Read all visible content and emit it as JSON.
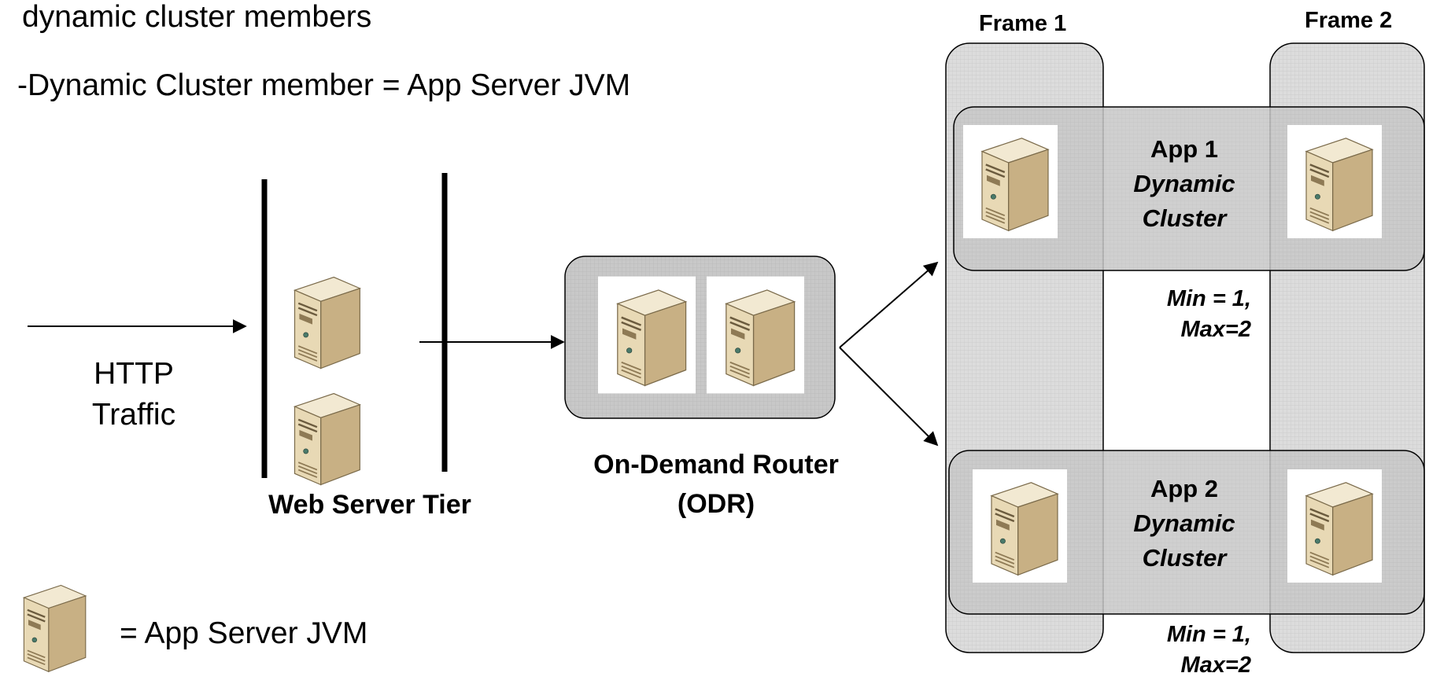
{
  "intro": {
    "line1": "dynamic cluster members",
    "line2": "-Dynamic Cluster member = App Server JVM"
  },
  "http": {
    "line1": "HTTP",
    "line2": "Traffic"
  },
  "web_tier": {
    "label": "Web Server Tier"
  },
  "odr": {
    "line1": "On-Demand Router",
    "line2": "(ODR)"
  },
  "frames": [
    {
      "title": "Frame 1"
    },
    {
      "title": "Frame 2"
    }
  ],
  "clusters": [
    {
      "app": "App 1",
      "kind1": "Dynamic",
      "kind2": "Cluster",
      "min": "Min = 1,",
      "max": "Max=2"
    },
    {
      "app": "App 2",
      "kind1": "Dynamic",
      "kind2": "Cluster",
      "min": "Min = 1,",
      "max": "Max=2"
    }
  ],
  "legend": {
    "label": "= App Server JVM"
  },
  "icons": {
    "server": "server-tower-icon"
  },
  "colors": {
    "frame_fill": "#dcdcdc",
    "cluster_fill": "#c6c6c6",
    "odr_fill": "#d0d0d0",
    "server_front": "#e8d9b5",
    "server_side": "#c8b084",
    "server_top": "#f2e9d2",
    "line": "#000000"
  }
}
